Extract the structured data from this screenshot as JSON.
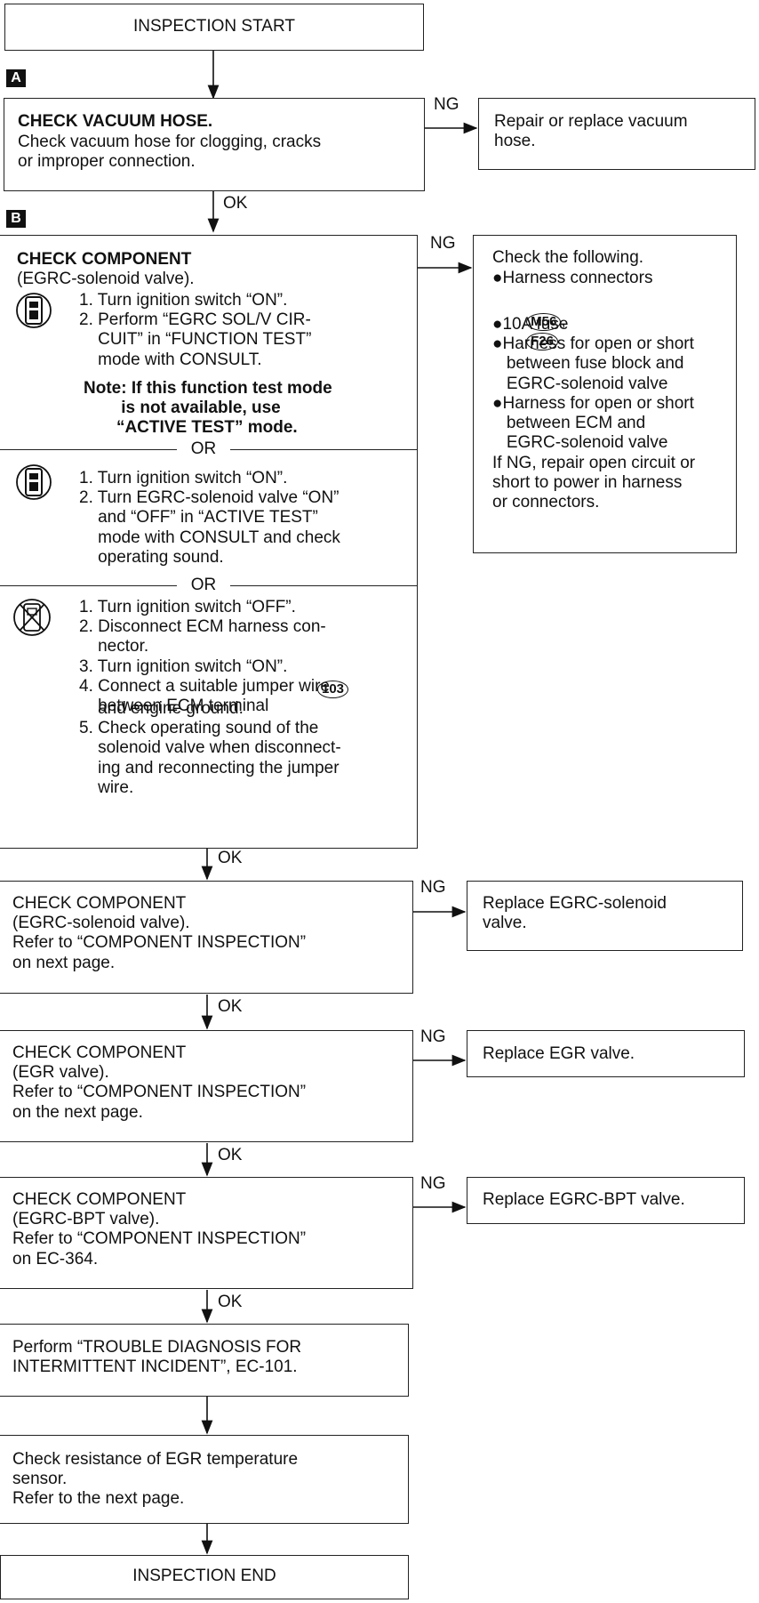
{
  "start": "INSPECTION START",
  "end": "INSPECTION END",
  "step_a": {
    "badge": "A",
    "title": "CHECK VACUUM HOSE.",
    "body": "Check vacuum hose for clogging, cracks\nor improper connection.",
    "ng_label": "NG",
    "ng_text": "Repair or replace vacuum\nhose.",
    "ok_label": "OK"
  },
  "step_b": {
    "badge": "B",
    "title": "CHECK COMPONENT",
    "subtitle": "(EGRC-solenoid valve).",
    "method1": "1. Turn ignition switch “ON”.\n2. Perform “EGRC SOL/V CIR-\n    CUIT” in “FUNCTION TEST”\n    mode with CONSULT.",
    "note": "Note: If this function test mode\n        is not available, use\n       “ACTIVE TEST” mode.",
    "or1": "OR",
    "method2": "1. Turn ignition switch “ON”.\n2. Turn EGRC-solenoid valve “ON”\n    and “OFF” in “ACTIVE TEST”\n    mode with CONSULT and check\n    operating sound.",
    "or2": "OR",
    "method3a": "1. Turn ignition switch “OFF”.\n2. Disconnect ECM harness con-\n    nector.\n3. Turn ignition switch “ON”.\n4. Connect a suitable jumper wire\n    between ECM terminal",
    "terminal": "103",
    "method3b": "    and engine ground.\n5. Check operating sound of the\n    solenoid valve when disconnect-\n    ing and reconnecting the jumper\n    wire.",
    "ng_label": "NG",
    "ng_head": "Check the following.",
    "ng_item1": "●Harness connectors",
    "conn1": "M56",
    "conn2": "F26",
    "ng_rest": "●10A fuse\n●Harness for open or short\n   between fuse block and\n   EGRC-solenoid valve\n●Harness for open or short\n   between ECM and\n   EGRC-solenoid valve\nIf NG, repair open circuit or\nshort to power in harness\nor connectors.",
    "ok_label": "OK"
  },
  "step_c": {
    "body": "CHECK COMPONENT\n(EGRC-solenoid valve).\nRefer to “COMPONENT INSPECTION”\non next page.",
    "ng_label": "NG",
    "ng_text": "Replace EGRC-solenoid\nvalve.",
    "ok_label": "OK"
  },
  "step_d": {
    "body": "CHECK COMPONENT\n(EGR valve).\nRefer to “COMPONENT INSPECTION”\non the next page.",
    "ng_label": "NG",
    "ng_text": "Replace EGR valve.",
    "ok_label": "OK"
  },
  "step_e": {
    "body": "CHECK COMPONENT\n(EGRC-BPT valve).\nRefer to “COMPONENT INSPECTION”\non EC-364.",
    "ng_label": "NG",
    "ng_text": "Replace EGRC-BPT valve.",
    "ok_label": "OK"
  },
  "step_f": {
    "body": "Perform “TROUBLE DIAGNOSIS FOR\nINTERMITTENT INCIDENT”, EC-101."
  },
  "step_g": {
    "body": "Check resistance of EGR temperature\nsensor.\nRefer to the next page."
  }
}
